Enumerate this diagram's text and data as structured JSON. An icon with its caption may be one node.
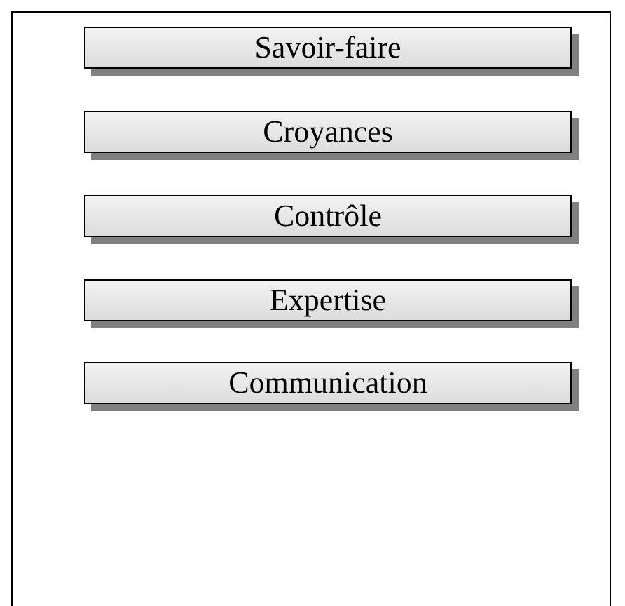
{
  "diagram": {
    "nodes": [
      {
        "text": [
          "Savoir-faire"
        ]
      },
      {
        "text": [
          "Croyances"
        ]
      },
      {
        "text": [
          "Contrôle"
        ]
      },
      {
        "text": [
          "Expertise"
        ]
      },
      {
        "text": [
          "Communication"
        ]
      }
    ]
  }
}
